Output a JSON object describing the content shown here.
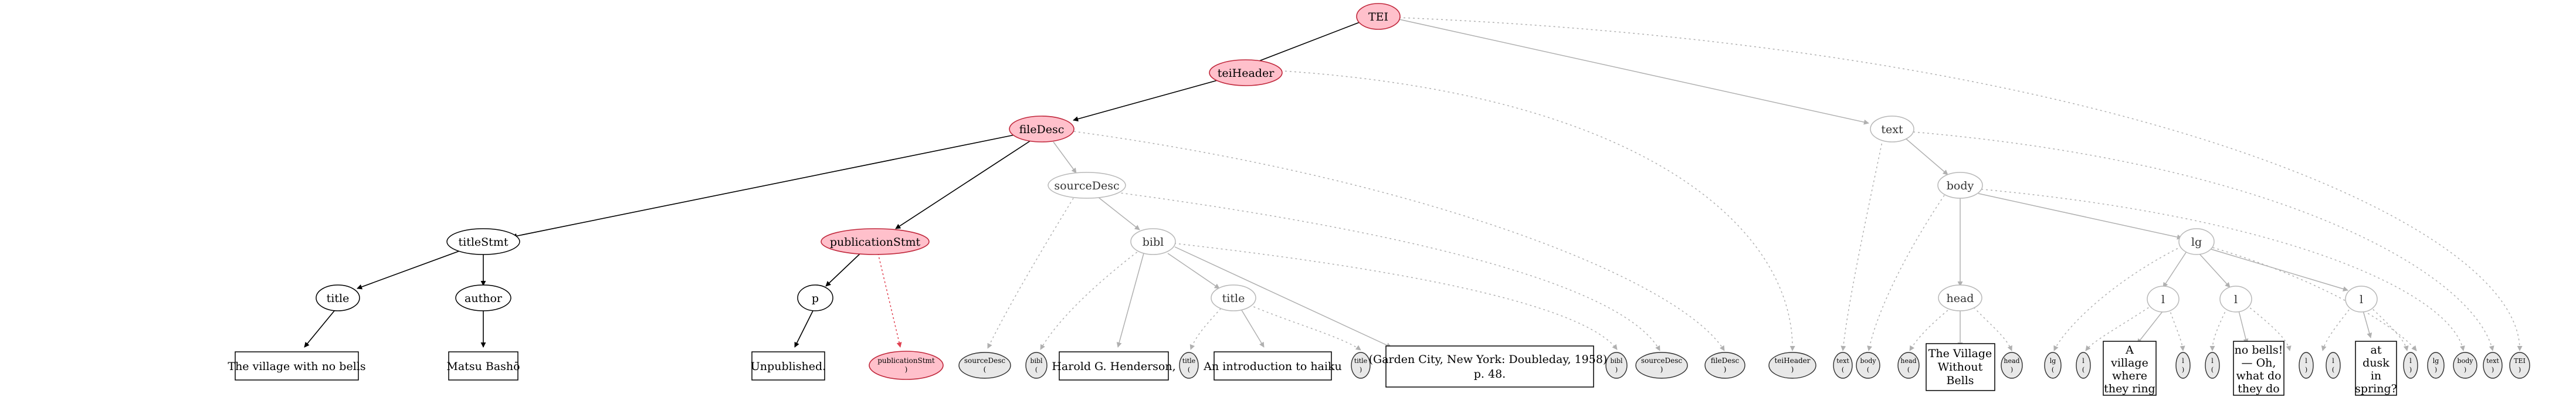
{
  "palette": {
    "highlight_fill": "#ffc0cb",
    "highlight_stroke": "#c0283c",
    "highlight_edge": "#000000",
    "dim_stroke": "#b8b8b8",
    "token_fill": "#e8e8e8",
    "token_stroke": "#303030",
    "edge_dim": "#b0b0b0",
    "edge_dotted_red": "#e04050"
  },
  "nodes": {
    "tei": "TEI",
    "teiHeader": "teiHeader",
    "fileDesc": "fileDesc",
    "titleStmt": "titleStmt",
    "publicationStmt": "publicationStmt",
    "sourceDesc": "sourceDesc",
    "bibl": "bibl",
    "title_a": "title",
    "author": "author",
    "p": "p",
    "title_b": "title",
    "text": "text",
    "body": "body",
    "lg": "lg",
    "head": "head",
    "l1": "l",
    "l2": "l",
    "l3": "l"
  },
  "leaves": {
    "title_text": "The village with no bells",
    "author_text": "Matsu Bashō",
    "p_text": "Unpublished.",
    "bibl_author": "Harold G. Henderson,",
    "bibl_title": "An introduction to haiku",
    "bibl_imprint": [
      "(Garden City, New York: Doubleday, 1958),",
      "p. 48."
    ],
    "head_text": [
      "The Village",
      "Without",
      "Bells"
    ],
    "l1_text": [
      "A",
      "village",
      "where",
      "they ring"
    ],
    "l2_text": [
      "no bells!",
      "— Oh,",
      "what do",
      "they do"
    ],
    "l3_text": [
      "at",
      "dusk",
      "in",
      "spring?"
    ]
  },
  "tokens": {
    "pubStmt_close": [
      "publicationStmt",
      ")"
    ],
    "sourceDesc_open": [
      "sourceDesc",
      "("
    ],
    "bibl_open": [
      "bibl",
      "("
    ],
    "title_open": [
      "title",
      "("
    ],
    "title_close": [
      "title",
      ")"
    ],
    "bibl_close": [
      "bibl",
      ")"
    ],
    "sourceDesc_close": [
      "sourceDesc",
      ")"
    ],
    "fileDesc_close": [
      "fileDesc",
      ")"
    ],
    "teiHeader_close": [
      "teiHeader",
      ")"
    ],
    "text_open": [
      "text",
      "("
    ],
    "body_open": [
      "body",
      "("
    ],
    "head_open": [
      "head",
      "("
    ],
    "head_close": [
      "head",
      ")"
    ],
    "lg_open": [
      "lg",
      "("
    ],
    "l_open": [
      "l",
      "("
    ],
    "l_close": [
      "l",
      ")"
    ],
    "lg_close": [
      "lg",
      ")"
    ],
    "body_close": [
      "body",
      ")"
    ],
    "text_close": [
      "text",
      ")"
    ],
    "tei_close": [
      "TEI",
      ")"
    ]
  }
}
